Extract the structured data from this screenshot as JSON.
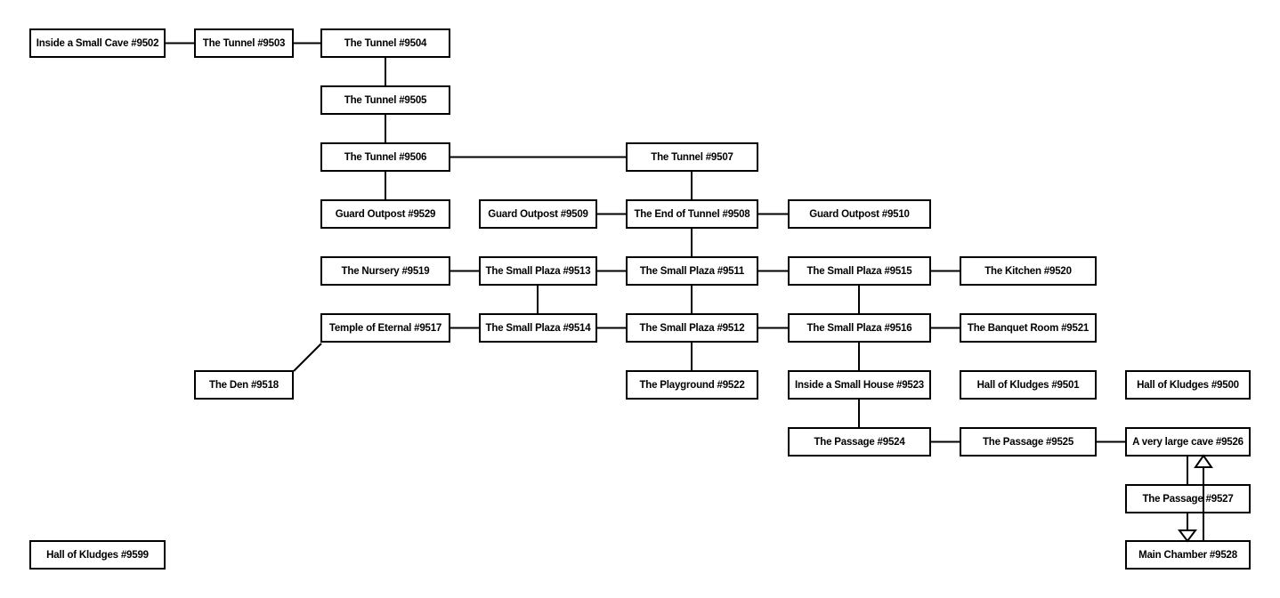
{
  "diagram": {
    "nodes": [
      {
        "id": "9502",
        "label": "Inside a Small Cave #9502"
      },
      {
        "id": "9503",
        "label": "The Tunnel #9503"
      },
      {
        "id": "9504",
        "label": "The Tunnel #9504"
      },
      {
        "id": "9505",
        "label": "The Tunnel #9505"
      },
      {
        "id": "9506",
        "label": "The Tunnel #9506"
      },
      {
        "id": "9507",
        "label": "The Tunnel #9507"
      },
      {
        "id": "9529",
        "label": "Guard Outpost #9529"
      },
      {
        "id": "9509",
        "label": "Guard Outpost #9509"
      },
      {
        "id": "9508",
        "label": "The End of Tunnel #9508"
      },
      {
        "id": "9510",
        "label": "Guard Outpost #9510"
      },
      {
        "id": "9519",
        "label": "The Nursery #9519"
      },
      {
        "id": "9513",
        "label": "The Small Plaza #9513"
      },
      {
        "id": "9511",
        "label": "The Small Plaza #9511"
      },
      {
        "id": "9515",
        "label": "The Small Plaza #9515"
      },
      {
        "id": "9520",
        "label": "The Kitchen #9520"
      },
      {
        "id": "9517",
        "label": "Temple of Eternal #9517"
      },
      {
        "id": "9514",
        "label": "The Small Plaza #9514"
      },
      {
        "id": "9512",
        "label": "The Small Plaza #9512"
      },
      {
        "id": "9516",
        "label": "The Small Plaza #9516"
      },
      {
        "id": "9521",
        "label": "The Banquet Room #9521"
      },
      {
        "id": "9518",
        "label": "The Den #9518"
      },
      {
        "id": "9522",
        "label": "The Playground #9522"
      },
      {
        "id": "9523",
        "label": "Inside a Small House #9523"
      },
      {
        "id": "9501",
        "label": "Hall of Kludges #9501"
      },
      {
        "id": "9500",
        "label": "Hall of Kludges #9500"
      },
      {
        "id": "9524",
        "label": "The Passage #9524"
      },
      {
        "id": "9525",
        "label": "The Passage #9525"
      },
      {
        "id": "9526",
        "label": "A very large cave #9526"
      },
      {
        "id": "9527",
        "label": "The Passage #9527"
      },
      {
        "id": "9528",
        "label": "Main Chamber #9528"
      },
      {
        "id": "9599",
        "label": "Hall of Kludges #9599"
      }
    ],
    "edges": [
      {
        "from": "9502",
        "to": "9503",
        "style": "line"
      },
      {
        "from": "9503",
        "to": "9504",
        "style": "line"
      },
      {
        "from": "9504",
        "to": "9505",
        "style": "line"
      },
      {
        "from": "9505",
        "to": "9506",
        "style": "line"
      },
      {
        "from": "9506",
        "to": "9507",
        "style": "line"
      },
      {
        "from": "9506",
        "to": "9529",
        "style": "line"
      },
      {
        "from": "9507",
        "to": "9508",
        "style": "line"
      },
      {
        "from": "9509",
        "to": "9508",
        "style": "line"
      },
      {
        "from": "9508",
        "to": "9510",
        "style": "line"
      },
      {
        "from": "9508",
        "to": "9511",
        "style": "line"
      },
      {
        "from": "9519",
        "to": "9513",
        "style": "line"
      },
      {
        "from": "9513",
        "to": "9511",
        "style": "line"
      },
      {
        "from": "9511",
        "to": "9515",
        "style": "line"
      },
      {
        "from": "9515",
        "to": "9520",
        "style": "line"
      },
      {
        "from": "9513",
        "to": "9514",
        "style": "line"
      },
      {
        "from": "9511",
        "to": "9512",
        "style": "line"
      },
      {
        "from": "9515",
        "to": "9516",
        "style": "line"
      },
      {
        "from": "9517",
        "to": "9514",
        "style": "line"
      },
      {
        "from": "9514",
        "to": "9512",
        "style": "line"
      },
      {
        "from": "9512",
        "to": "9516",
        "style": "line"
      },
      {
        "from": "9516",
        "to": "9521",
        "style": "line"
      },
      {
        "from": "9518",
        "to": "9517",
        "style": "diagonal-line"
      },
      {
        "from": "9512",
        "to": "9522",
        "style": "line"
      },
      {
        "from": "9516",
        "to": "9523",
        "style": "line"
      },
      {
        "from": "9523",
        "to": "9524",
        "style": "line"
      },
      {
        "from": "9524",
        "to": "9525",
        "style": "line"
      },
      {
        "from": "9525",
        "to": "9526",
        "style": "line"
      },
      {
        "from": "9526",
        "to": "9527",
        "style": "line"
      },
      {
        "from": "9527",
        "to": "9528",
        "style": "open-arrow-down"
      },
      {
        "from": "9528",
        "to": "9526",
        "style": "open-arrow-up"
      }
    ],
    "colors": {
      "line": "#000000",
      "box_border": "#000000",
      "box_fill": "#ffffff",
      "background": "#ffffff"
    }
  }
}
